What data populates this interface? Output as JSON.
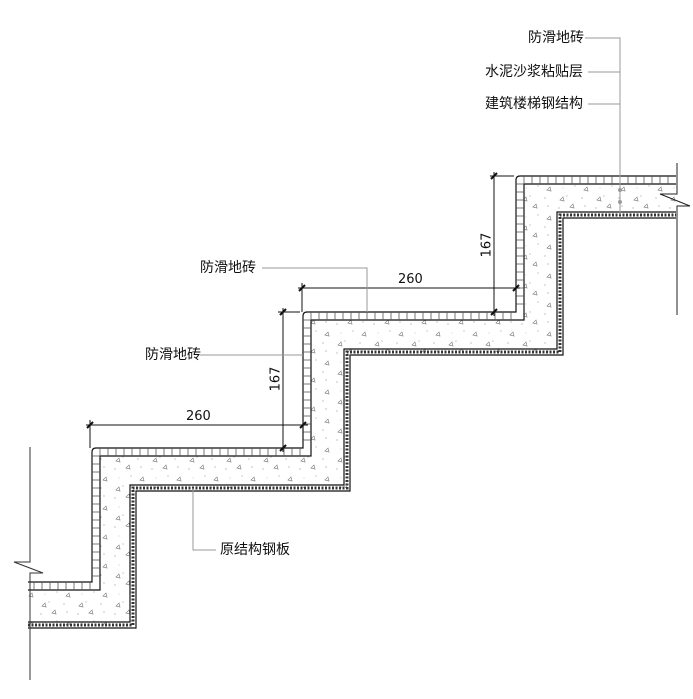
{
  "labels": {
    "top_tile": "防滑地砖",
    "mortar": "水泥沙浆粘贴层",
    "steel_structure": "建筑楼梯钢结构",
    "mid_tile_1": "防滑地砖",
    "mid_tile_2": "防滑地砖",
    "steel_plate": "原结构钢板"
  },
  "dimensions": {
    "tread_lower": "260",
    "riser_lower": "167",
    "tread_upper": "260",
    "riser_upper": "167"
  }
}
